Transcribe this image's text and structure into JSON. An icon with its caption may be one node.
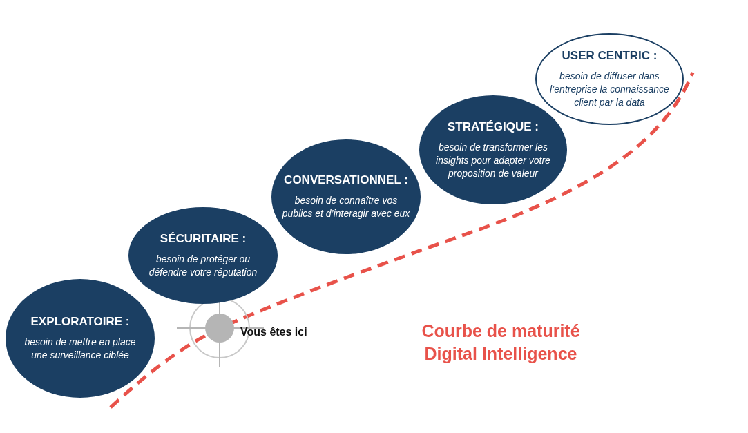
{
  "diagram": {
    "title": "Courbe de maturité Digital Intelligence",
    "nodes": [
      {
        "text": [
          "EXPLORATOIRE :",
          "besoin de mettre en place une surveillance ciblée"
        ]
      },
      {
        "text": [
          "SÉCURITAIRE :",
          "besoin de protéger ou défendre votre réputation"
        ]
      },
      {
        "text": [
          "CONVERSATIONNEL :",
          "besoin de connaître vos publics et d’interagir avec eux"
        ]
      },
      {
        "text": [
          "STRATÉGIQUE :",
          "besoin de transformer les insights pour adapter votre proposition de valeur"
        ]
      },
      {
        "text": [
          "USER CENTRIC :",
          "besoin de diffuser dans l’entreprise la connaissance client par la data"
        ]
      }
    ],
    "edges": [],
    "labels": [
      "Vous êtes ici"
    ]
  }
}
